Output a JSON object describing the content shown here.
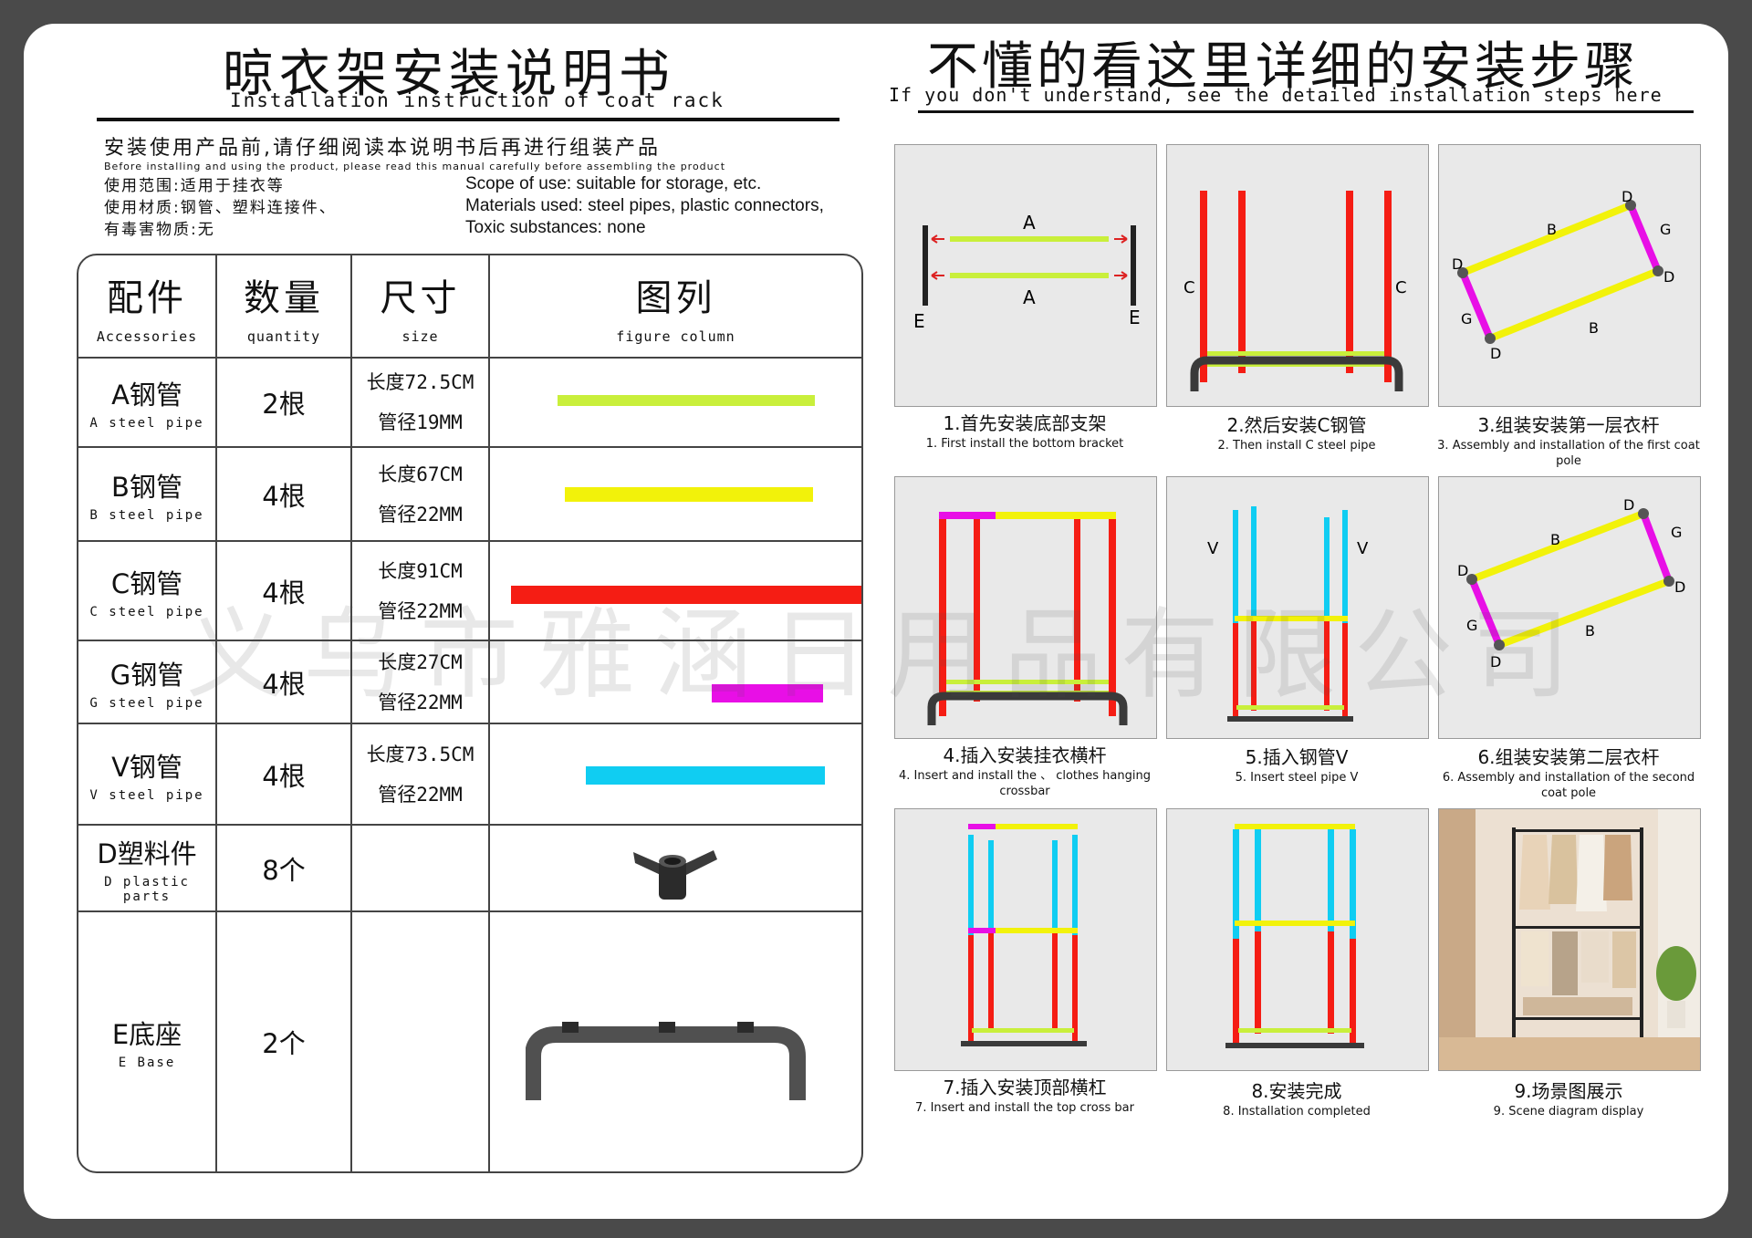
{
  "left": {
    "title_cn": "晾衣架安装说明书",
    "title_en": "Installation instruction of coat rack",
    "intro_cn": "安装使用产品前,请仔细阅读本说明书后再进行组装产品",
    "intro_en": "Before installing and using the product, please read this manual carefully before assembling the product",
    "notes_cn": [
      "使用范围:适用于挂衣等",
      "使用材质:钢管、塑料连接件、",
      "有毒害物质:无"
    ],
    "notes_en": [
      "Scope of use: suitable for storage, etc.",
      "Materials used: steel pipes, plastic connectors,",
      "Toxic substances: none"
    ]
  },
  "table": {
    "headers": [
      {
        "cn": "配件",
        "en": "Accessories"
      },
      {
        "cn": "数量",
        "en": "quantity"
      },
      {
        "cn": "尺寸",
        "en": "size"
      },
      {
        "cn": "图列",
        "en": "figure column"
      }
    ],
    "rows": [
      {
        "name_cn": "A钢管",
        "name_en": "A steel pipe",
        "qty": "2根",
        "length": "长度72.5CM",
        "diameter": "管径19MM",
        "color": "#c9ef3b"
      },
      {
        "name_cn": "B钢管",
        "name_en": "B steel pipe",
        "qty": "4根",
        "length": "长度67CM",
        "diameter": "管径22MM",
        "color": "#f2f20a"
      },
      {
        "name_cn": "C钢管",
        "name_en": "C steel pipe",
        "qty": "4根",
        "length": "长度91CM",
        "diameter": "管径22MM",
        "color": "#f51d14"
      },
      {
        "name_cn": "G钢管",
        "name_en": "G steel pipe",
        "qty": "4根",
        "length": "长度27CM",
        "diameter": "管径22MM",
        "color": "#e80fe6"
      },
      {
        "name_cn": "V钢管",
        "name_en": "V steel pipe",
        "qty": "4根",
        "length": "长度73.5CM",
        "diameter": "管径22MM",
        "color": "#10cdf2"
      },
      {
        "name_cn": "D塑料件",
        "name_en": "D plastic parts",
        "qty": "8个",
        "length": "",
        "diameter": ""
      },
      {
        "name_cn": "E底座",
        "name_en": "E Base",
        "qty": "2个",
        "length": "",
        "diameter": ""
      }
    ]
  },
  "right": {
    "title_cn": "不懂的看这里详细的安装步骤",
    "title_en": "If you don't understand, see the detailed installation steps here",
    "steps": [
      {
        "cn": "1.首先安装底部支架",
        "en": "1. First install the bottom bracket"
      },
      {
        "cn": "2.然后安装C钢管",
        "en": "2. Then install C steel pipe"
      },
      {
        "cn": "3.组装安装第一层衣杆",
        "en": "3. Assembly and installation of the first coat pole"
      },
      {
        "cn": "4.插入安装挂衣横杆",
        "en": "4. Insert and install the 、 clothes hanging crossbar"
      },
      {
        "cn": "5.插入钢管V",
        "en": "5. Insert steel pipe V"
      },
      {
        "cn": "6.组装安装第二层衣杆",
        "en": "6. Assembly and installation of the second coat pole"
      },
      {
        "cn": "7.插入安装顶部横杠",
        "en": "7. Insert and install the top cross bar"
      },
      {
        "cn": "8.安装完成",
        "en": "8. Installation completed"
      },
      {
        "cn": "9.场景图展示",
        "en": "9. Scene diagram display"
      }
    ],
    "diagram_labels": {
      "a": "A",
      "b": "B",
      "c": "C",
      "d": "D",
      "e": "E",
      "g": "G",
      "v": "V"
    }
  },
  "watermark": "义乌市雅涵日用品有限公司",
  "colors": {
    "a": "#c9ef3b",
    "b": "#f2f20a",
    "c": "#f51d14",
    "g": "#e80fe6",
    "v": "#10cdf2",
    "frame": "#4a4a4a"
  }
}
